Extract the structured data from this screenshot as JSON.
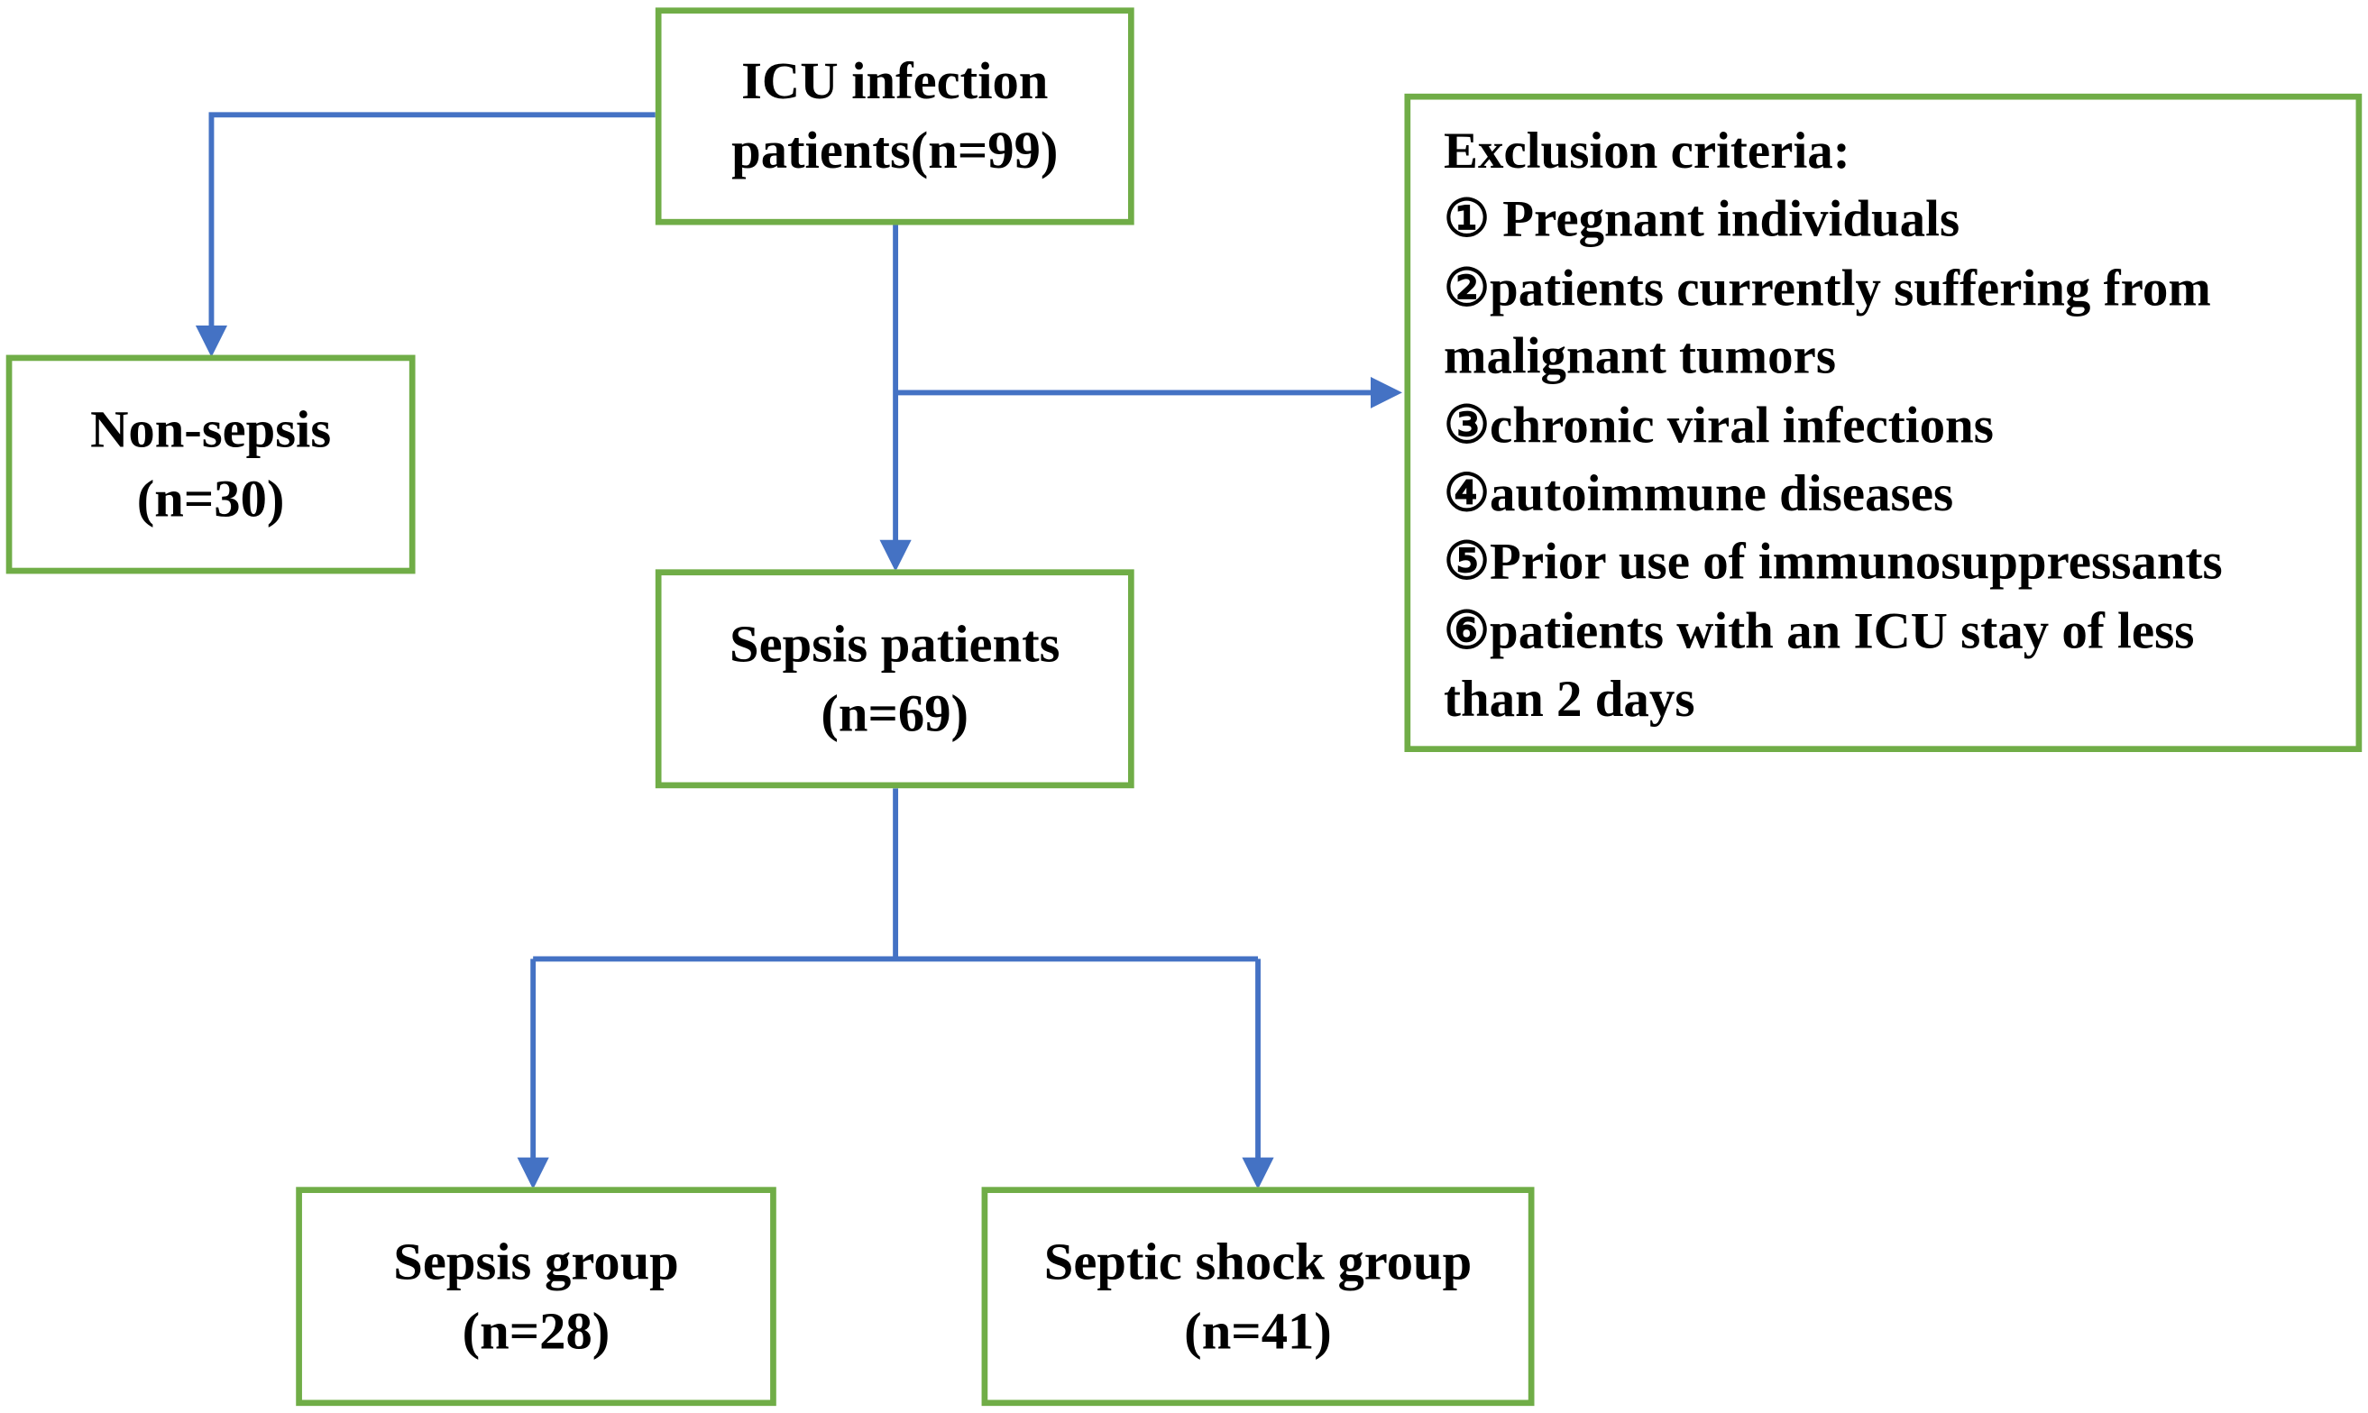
{
  "colors": {
    "box_border": "#70ad47",
    "connector": "#4472c4",
    "text": "#000000",
    "background": "#ffffff"
  },
  "nodes": {
    "icu": {
      "line1": "ICU infection",
      "line2": "patients(n=99)"
    },
    "non_sepsis": {
      "line1": "Non-sepsis",
      "line2": "(n=30)"
    },
    "sepsis": {
      "line1": "Sepsis patients",
      "line2": "(n=69)"
    },
    "sepsis_group": {
      "line1": "Sepsis group",
      "line2": "(n=28)"
    },
    "shock_group": {
      "line1": "Septic shock group",
      "line2": "(n=41)"
    }
  },
  "exclusion": {
    "title": "Exclusion criteria:",
    "lines": [
      "① Pregnant individuals",
      "②patients currently suffering from",
      "malignant tumors",
      "③chronic viral infections",
      "④autoimmune diseases",
      "⑤Prior use of immunosuppressants",
      "⑥patients with an ICU stay of less",
      "than 2 days"
    ]
  },
  "edges": [
    {
      "from": "icu",
      "to": "non_sepsis"
    },
    {
      "from": "icu",
      "to": "sepsis"
    },
    {
      "from": "icu",
      "to": "exclusion"
    },
    {
      "from": "sepsis",
      "to": "sepsis_group"
    },
    {
      "from": "sepsis",
      "to": "shock_group"
    }
  ]
}
